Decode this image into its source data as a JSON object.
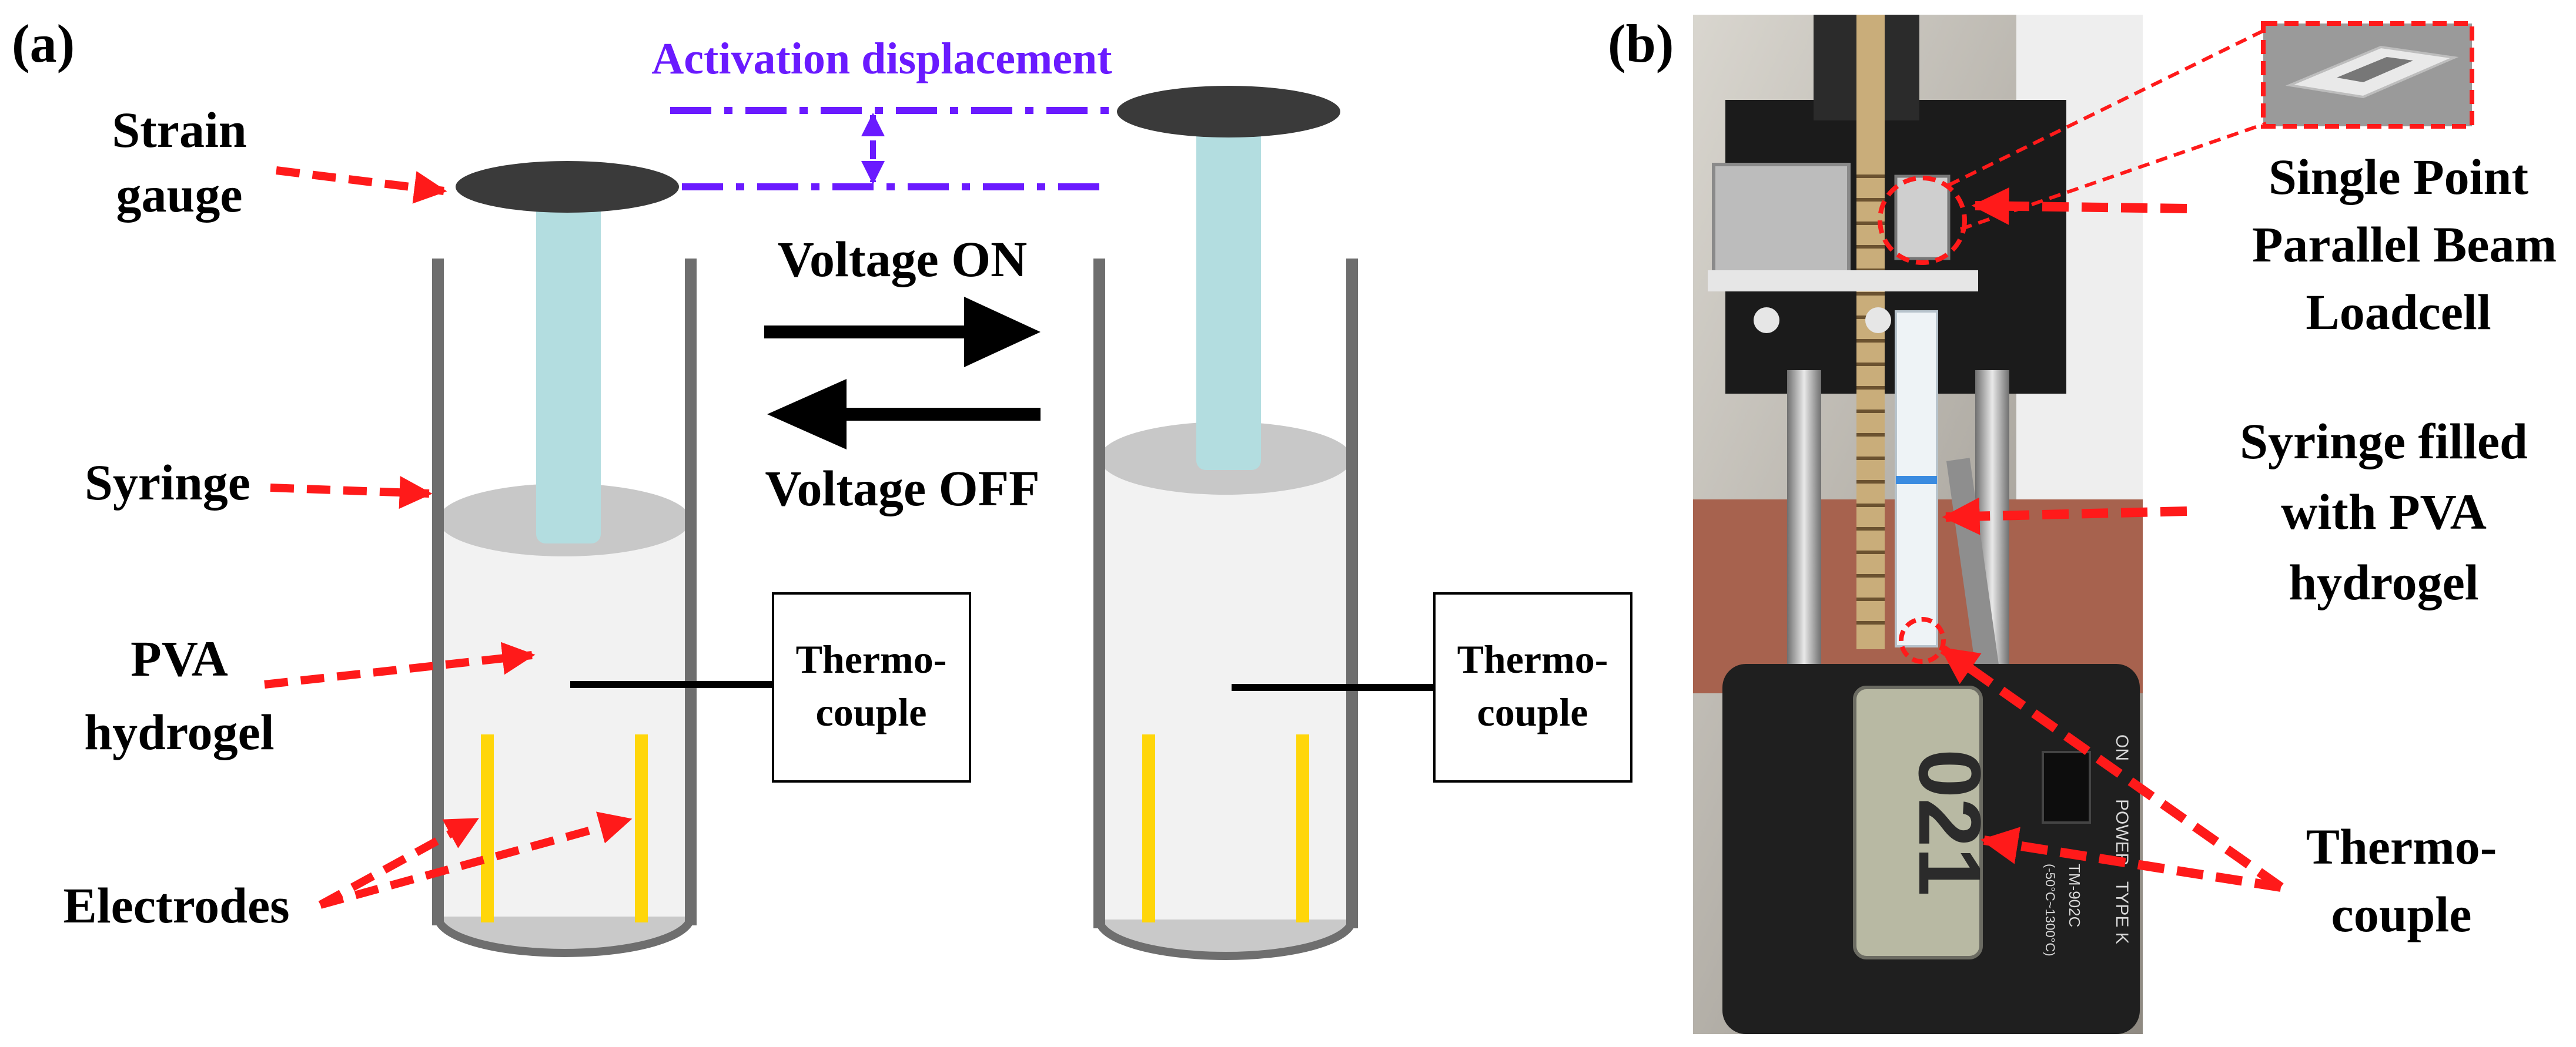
{
  "panel_a": {
    "label": "(a)",
    "activation_label": "Activation displacement",
    "strain_gauge": [
      "Strain",
      "gauge"
    ],
    "syringe": "Syringe",
    "pva_hydrogel": [
      "PVA",
      "hydrogel"
    ],
    "electrodes": "Electrodes",
    "voltage_on": "Voltage ON",
    "voltage_off": "Voltage OFF",
    "thermocouple_left": [
      "Thermo-",
      "couple"
    ],
    "thermocouple_right": [
      "Thermo-",
      "couple"
    ]
  },
  "panel_b": {
    "label": "(b)",
    "loadcell": [
      "Single Point",
      "Parallel Beam",
      "Loadcell"
    ],
    "syringe_filled": [
      "Syringe filled",
      "with PVA",
      "hydrogel"
    ],
    "thermocouple": [
      "Thermo-",
      "couple"
    ],
    "meter_reading": "021",
    "meter_side_labels": [
      "ON",
      "POWER",
      "TYPE K",
      "TM-902C",
      "(-50°C~1300°C)"
    ]
  },
  "colors": {
    "arrow_red": "#ff1a1a",
    "activation_purple": "#6a1aff",
    "plunger_cyan": "#b3dde0",
    "syringe_wall": "#6e6e6e",
    "hydrogel_fill": "#f2f2f2",
    "gauge_dark": "#3a3a3a",
    "electrode_yellow": "#ffd60a"
  }
}
